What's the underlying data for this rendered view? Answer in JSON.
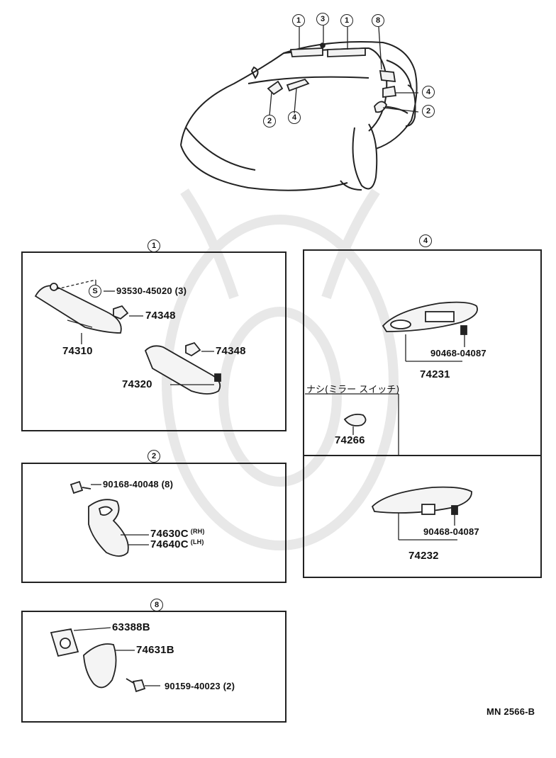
{
  "car_callouts": {
    "c1a": "1",
    "c3a": "3",
    "c1b": "1",
    "c8a": "8",
    "c4a": "4",
    "c2a": "2",
    "c2b": "2",
    "c4b": "4"
  },
  "section1": {
    "marker": "1",
    "screw_symbol": "S",
    "part_screw": "93530-45020 (3)",
    "part_clip_a": "74348",
    "part_visor_rh": "74310",
    "part_clip_b": "74348",
    "part_visor_lh": "74320"
  },
  "section2": {
    "marker": "2",
    "part_screw": "90168-40048 (8)",
    "part_grip_rh": "74630C",
    "sub_rh": "(RH)",
    "part_grip_lh": "74640C",
    "sub_lh": "(LH)"
  },
  "section8": {
    "marker": "8",
    "part_a": "63388B",
    "part_b": "74631B",
    "part_screw": "90159-40023 (2)"
  },
  "section4": {
    "marker": "4",
    "part_screw_a": "90468-04087",
    "part_holder_a": "74231",
    "note_jp": "ナシ(ミラー スイッチ)",
    "part_cap": "74266",
    "part_screw_b": "90468-04087",
    "part_holder_b": "74232"
  },
  "footer": {
    "ref": "MN 2566-B"
  }
}
